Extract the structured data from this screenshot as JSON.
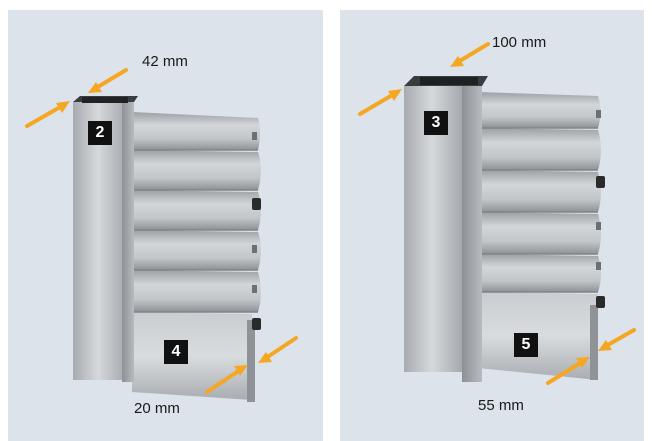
{
  "panels": [
    {
      "top_dimension": "42 mm",
      "bottom_dimension": "20 mm",
      "guide_badge": "2",
      "slat_badge": "4"
    },
    {
      "top_dimension": "100 mm",
      "bottom_dimension": "55 mm",
      "guide_badge": "3",
      "slat_badge": "5"
    }
  ],
  "colors": {
    "background": "#dde3ea",
    "arrow": "#f5a623",
    "badge": "#111111",
    "aluminium": "#b8bcc0"
  }
}
